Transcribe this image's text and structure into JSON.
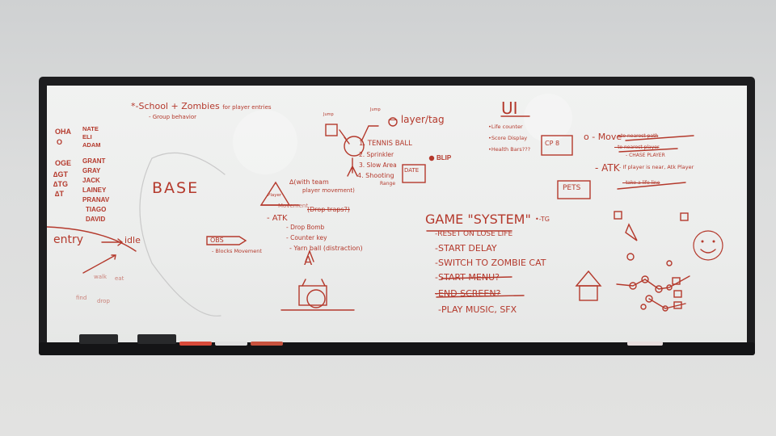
{
  "image": {
    "subject": "whiteboard",
    "ink_color": "#b4392c"
  },
  "top_left": {
    "star_note": "*-School + Zombies",
    "star_note_suffix": "for player entries",
    "sub_note": "- Group behavior"
  },
  "names_left": [
    "OHA",
    "O",
    "OGE",
    "∆GT",
    "∆TG",
    "∆T"
  ],
  "names_right": [
    "NATE",
    "ELI",
    "ADAM",
    "GRANT",
    "GRAY",
    "JACK",
    "LAINEY",
    "PRANAV",
    "TIAGO",
    "DAVID"
  ],
  "base_label": "BASE",
  "entry_note": {
    "entry": "entry",
    "idle": "idle",
    "eat": "eat",
    "walk": "walk",
    "find": "find",
    "drop": "drop"
  },
  "player_block": {
    "player_tag": "Player",
    "delta_note_1": "∆(with team",
    "delta_note_2": "player movement)",
    "movement": "Movement",
    "atk": "- ATK",
    "atk_extra": "(Drop traps?)",
    "items": [
      "- Drop Bomb",
      "- Counter key",
      "- Yarn ball (distraction)"
    ],
    "a_label": "A"
  },
  "obs_block": {
    "label": "OBS",
    "note": "- Blocks Movement"
  },
  "center_top": {
    "lbl_one": "Jump",
    "lbl_two": "Jump",
    "layer_tag": "— layer/tag",
    "list": [
      "1. TENNIS BALL",
      "2. Sprinkler",
      "3. Slow Area",
      "4. Shooting"
    ],
    "list_sub": "Range",
    "blip": "BLIP",
    "date_box": "DATE"
  },
  "ui_block": {
    "title": "UI",
    "items": [
      "•Life counter",
      "•Score Display",
      "•Health Bars???"
    ],
    "box": "CP 8"
  },
  "game_system": {
    "title": "GAME \"SYSTEM\"",
    "suffix": "•-TG",
    "items": [
      "-RESET ON LOSE LIFE",
      "-START DELAY",
      "-SWITCH TO ZOMBIE CAT",
      "-START MENU?",
      "-END SCREEN?",
      "-PLAY MUSIC, SFX"
    ]
  },
  "right_block": {
    "move": "o - Move",
    "move_items": [
      "- to nearest path",
      "- to nearest player",
      "- CHASE PLAYER"
    ],
    "atk": "- ATK",
    "atk_items": [
      "- If player is near, Atk Player",
      "- take a life line"
    ],
    "pets": "PETS"
  }
}
